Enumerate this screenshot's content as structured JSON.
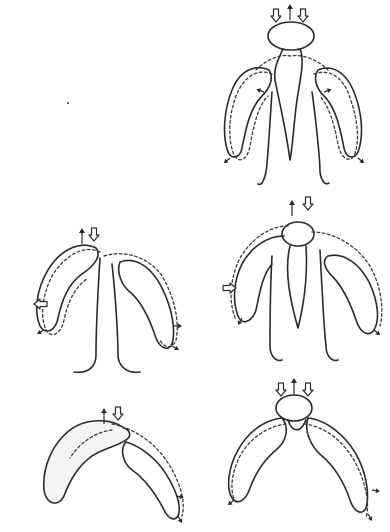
{
  "figure": {
    "background": "#ffffff",
    "stroke_color": "#2a2a2a",
    "panels": [
      {
        "id": "panel-top-right",
        "shape": "bilobed-with-head",
        "has_head": true,
        "has_stalks": true
      },
      {
        "id": "panel-middle-left",
        "shape": "bilobed",
        "has_head": false,
        "has_stalks": true
      },
      {
        "id": "panel-middle-right",
        "shape": "bilobed-with-central-lobe",
        "has_head": true,
        "has_stalks": true
      },
      {
        "id": "panel-bottom-left",
        "shape": "bilobed-compact",
        "has_head": false,
        "has_stalks": false
      },
      {
        "id": "panel-bottom-right",
        "shape": "bilobed-with-head",
        "has_head": true,
        "has_stalks": false
      }
    ],
    "line_styles": [
      "solid-outline",
      "dashed-outline"
    ],
    "arrow_types": [
      "open-block-arrow",
      "thin-line-arrow"
    ]
  }
}
